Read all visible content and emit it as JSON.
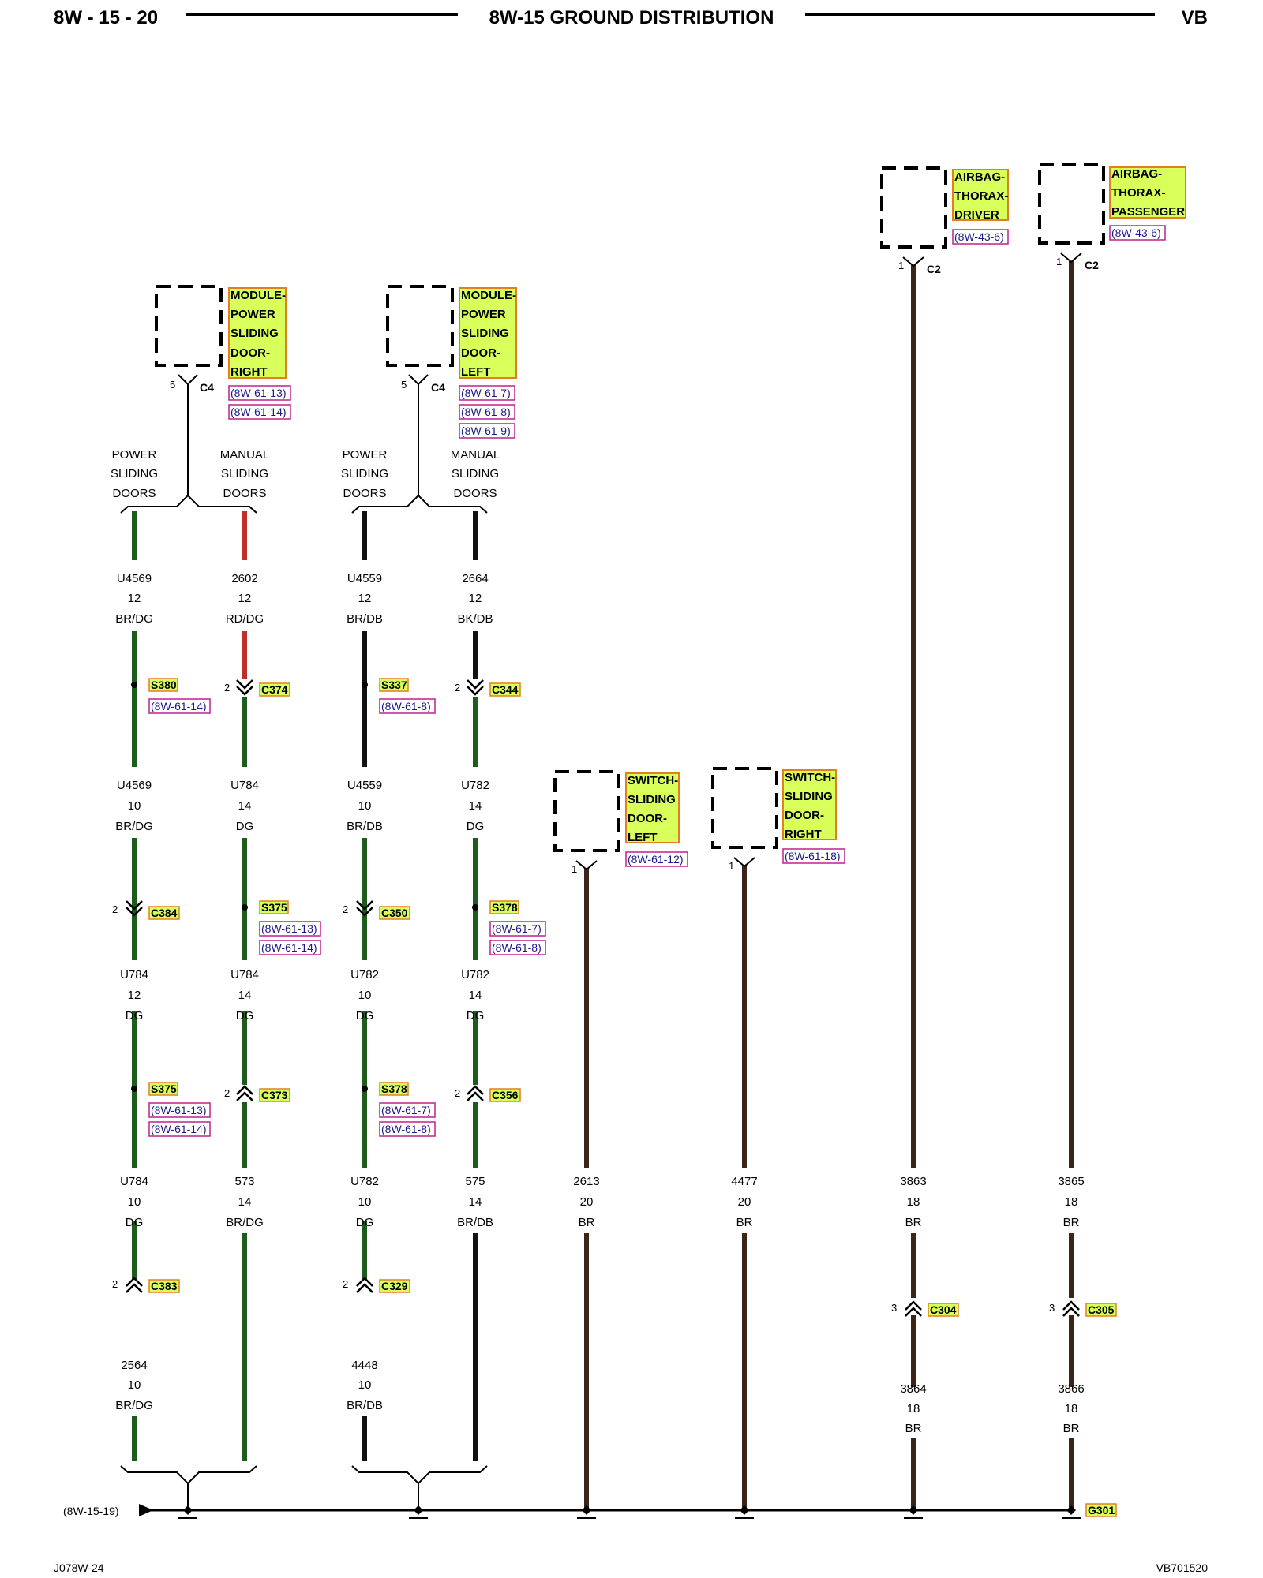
{
  "header": {
    "page_number": "8W - 15 - 20",
    "title": "8W-15 GROUND DISTRIBUTION",
    "code": "VB"
  },
  "footer": {
    "left_code": "J078W-24",
    "right_code": "VB701520",
    "source_ref": "(8W-15-19)"
  },
  "components": [
    {
      "lines": [
        "MODULE-",
        "POWER",
        "SLIDING",
        "DOOR-",
        "RIGHT"
      ],
      "refs": [
        "(8W-61-13)",
        "(8W-61-14)"
      ],
      "pin": "5",
      "connector": "C4"
    },
    {
      "lines": [
        "MODULE-",
        "POWER",
        "SLIDING",
        "DOOR-",
        "LEFT"
      ],
      "refs": [
        "(8W-61-7)",
        "(8W-61-8)",
        "(8W-61-9)"
      ],
      "pin": "5",
      "connector": "C4"
    },
    {
      "lines": [
        "SWITCH-",
        "SLIDING",
        "DOOR-",
        "LEFT"
      ],
      "refs": [
        "(8W-61-12)"
      ],
      "pin": "1",
      "connector": ""
    },
    {
      "lines": [
        "SWITCH-",
        "SLIDING",
        "DOOR-",
        "RIGHT"
      ],
      "refs": [
        "(8W-61-18)"
      ],
      "pin": "1",
      "connector": ""
    },
    {
      "lines": [
        "AIRBAG-",
        "THORAX-",
        "DRIVER"
      ],
      "refs": [
        "(8W-43-6)"
      ],
      "pin": "1",
      "connector": "C2"
    },
    {
      "lines": [
        "AIRBAG-",
        "THORAX-",
        "PASSENGER"
      ],
      "refs": [
        "(8W-43-6)"
      ],
      "pin": "1",
      "connector": "C2"
    }
  ],
  "option_labels": [
    [
      "POWER",
      "SLIDING",
      "DOORS"
    ],
    [
      "MANUAL",
      "SLIDING",
      "DOORS"
    ],
    [
      "POWER",
      "SLIDING",
      "DOORS"
    ],
    [
      "MANUAL",
      "SLIDING",
      "DOORS"
    ]
  ],
  "wires": [
    {
      "circuit": "U4569",
      "gauge": "12",
      "color": "BR/DG"
    },
    {
      "circuit": "2602",
      "gauge": "12",
      "color": "RD/DG"
    },
    {
      "circuit": "U4559",
      "gauge": "12",
      "color": "BR/DB"
    },
    {
      "circuit": "2664",
      "gauge": "12",
      "color": "BK/DB"
    },
    {
      "circuit": "U4569",
      "gauge": "10",
      "color": "BR/DG"
    },
    {
      "circuit": "U784",
      "gauge": "14",
      "color": "DG"
    },
    {
      "circuit": "U4559",
      "gauge": "10",
      "color": "BR/DB"
    },
    {
      "circuit": "U782",
      "gauge": "14",
      "color": "DG"
    },
    {
      "circuit": "U784",
      "gauge": "12",
      "color": "DG"
    },
    {
      "circuit": "U784",
      "gauge": "14",
      "color": "DG"
    },
    {
      "circuit": "U782",
      "gauge": "10",
      "color": "DG"
    },
    {
      "circuit": "U782",
      "gauge": "14",
      "color": "DG"
    },
    {
      "circuit": "U784",
      "gauge": "10",
      "color": "DG"
    },
    {
      "circuit": "573",
      "gauge": "14",
      "color": "BR/DG"
    },
    {
      "circuit": "U782",
      "gauge": "10",
      "color": "DG"
    },
    {
      "circuit": "575",
      "gauge": "14",
      "color": "BR/DB"
    },
    {
      "circuit": "2613",
      "gauge": "20",
      "color": "BR"
    },
    {
      "circuit": "4477",
      "gauge": "20",
      "color": "BR"
    },
    {
      "circuit": "3863",
      "gauge": "18",
      "color": "BR"
    },
    {
      "circuit": "3865",
      "gauge": "18",
      "color": "BR"
    },
    {
      "circuit": "2564",
      "gauge": "10",
      "color": "BR/DG"
    },
    {
      "circuit": "4448",
      "gauge": "10",
      "color": "BR/DB"
    },
    {
      "circuit": "3864",
      "gauge": "18",
      "color": "BR"
    },
    {
      "circuit": "3866",
      "gauge": "18",
      "color": "BR"
    }
  ],
  "splices": [
    {
      "id": "S380",
      "refs": [
        "(8W-61-14)"
      ]
    },
    {
      "id": "S337",
      "refs": [
        "(8W-61-8)"
      ]
    },
    {
      "id": "S375",
      "refs": [
        "(8W-61-13)",
        "(8W-61-14)"
      ]
    },
    {
      "id": "S378",
      "refs": [
        "(8W-61-7)",
        "(8W-61-8)"
      ]
    },
    {
      "id": "S375",
      "refs": [
        "(8W-61-13)",
        "(8W-61-14)"
      ]
    },
    {
      "id": "S378",
      "refs": [
        "(8W-61-7)",
        "(8W-61-8)"
      ]
    }
  ],
  "connectors": [
    {
      "id": "C374",
      "pin": "2"
    },
    {
      "id": "C344",
      "pin": "2"
    },
    {
      "id": "C384",
      "pin": "2"
    },
    {
      "id": "C350",
      "pin": "2"
    },
    {
      "id": "C373",
      "pin": "2"
    },
    {
      "id": "C356",
      "pin": "2"
    },
    {
      "id": "C383",
      "pin": "2"
    },
    {
      "id": "C329",
      "pin": "2"
    },
    {
      "id": "C304",
      "pin": "3"
    },
    {
      "id": "C305",
      "pin": "3"
    }
  ],
  "ground": {
    "id": "G301"
  },
  "colors": {
    "highlight_fill": "#d8ff5a",
    "highlight_border": "#e08020",
    "ref_border": "#c0208c",
    "wire_green": "#1d5c1d",
    "wire_red": "#c0302a",
    "wire_black": "#111111",
    "wire_brown": "#3b2418"
  }
}
